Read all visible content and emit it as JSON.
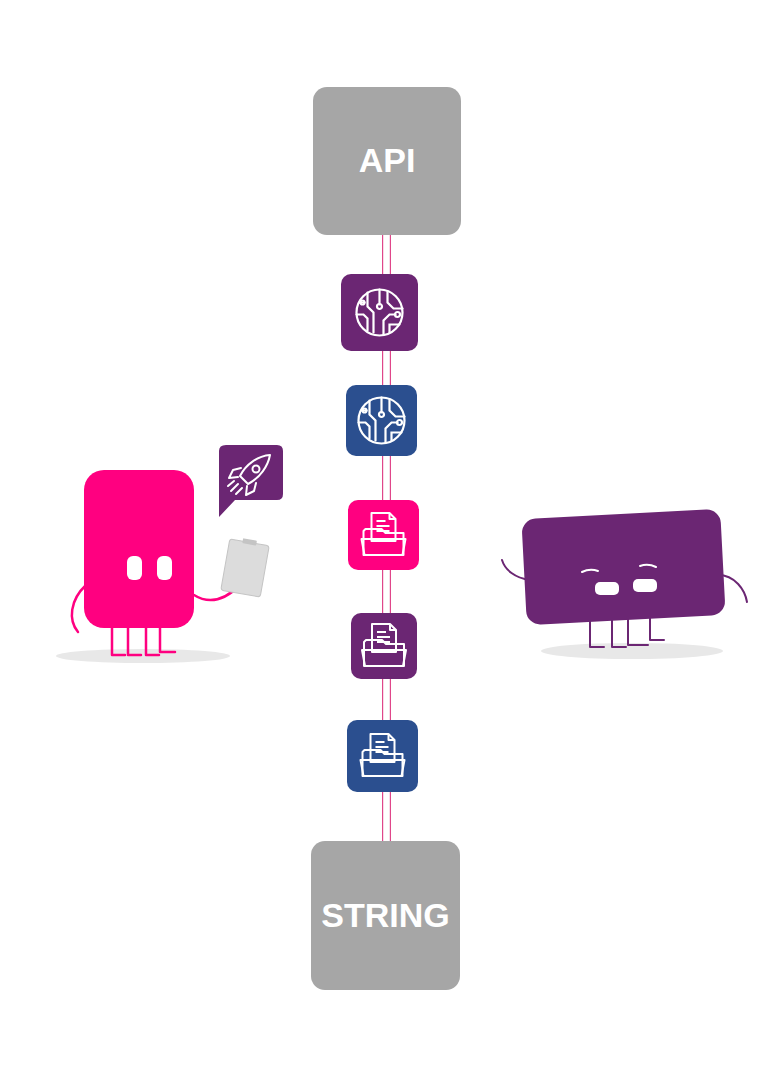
{
  "diagram": {
    "nodes": [
      {
        "text": [
          "API"
        ]
      },
      {
        "text": [
          "STRING"
        ]
      }
    ],
    "edges": [
      {
        "from": 0,
        "to": 1,
        "arrow": "none"
      }
    ]
  }
}
